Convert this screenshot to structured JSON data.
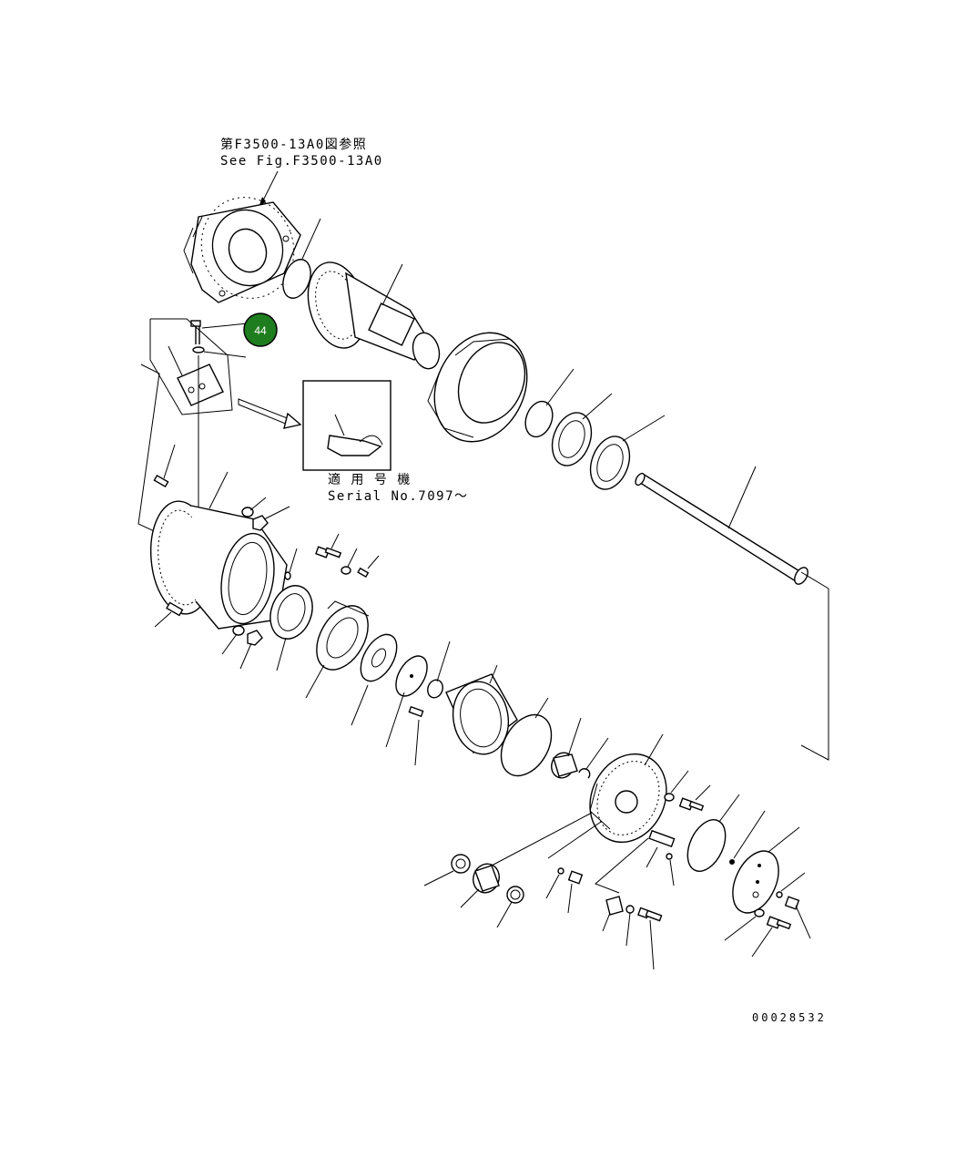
{
  "reference": {
    "jp": "第F3500-13A0図参照",
    "en": "See Fig.F3500-13A0"
  },
  "inset": {
    "jp": "適 用 号 機",
    "en": "Serial No.7097～"
  },
  "callouts": [
    {
      "number": "44",
      "color": "#1e7d1e"
    }
  ],
  "drawing_code": "00028532"
}
